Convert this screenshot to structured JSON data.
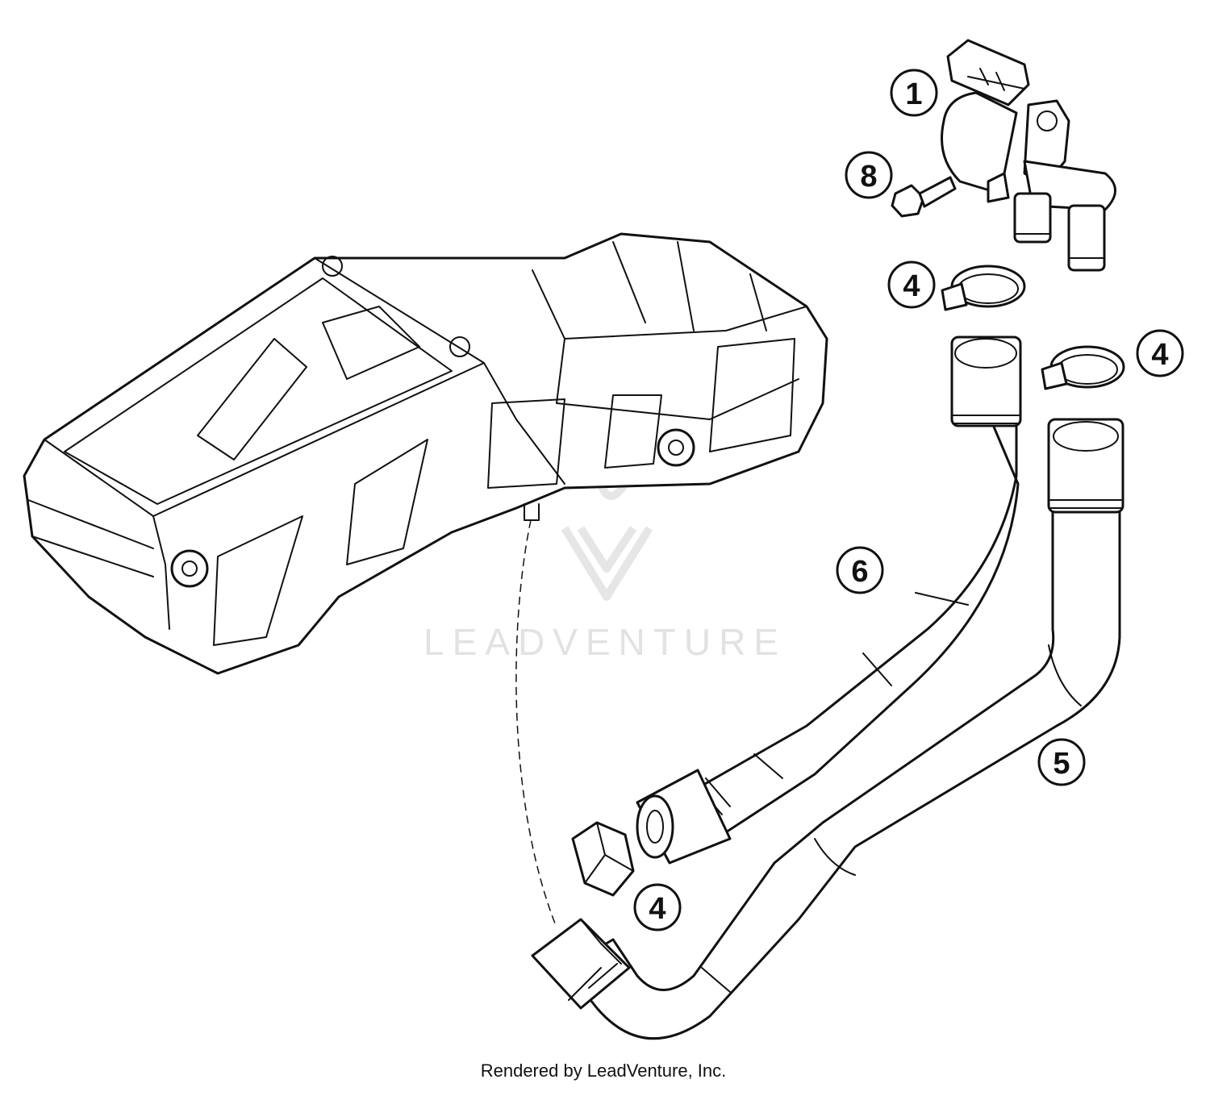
{
  "callouts": [
    {
      "id": "callout-1",
      "label": "1"
    },
    {
      "id": "callout-8",
      "label": "8"
    },
    {
      "id": "callout-4a",
      "label": "4"
    },
    {
      "id": "callout-4b",
      "label": "4"
    },
    {
      "id": "callout-6",
      "label": "6"
    },
    {
      "id": "callout-5",
      "label": "5"
    },
    {
      "id": "callout-4c",
      "label": "4"
    }
  ],
  "watermark": {
    "text": "LEADVENTURE"
  },
  "footer": {
    "text": "Rendered by LeadVenture, Inc."
  },
  "colors": {
    "line": "#111111",
    "background": "#ffffff",
    "watermark": "#e2e2e2"
  },
  "icons": [
    "leadventure-logo-icon"
  ]
}
